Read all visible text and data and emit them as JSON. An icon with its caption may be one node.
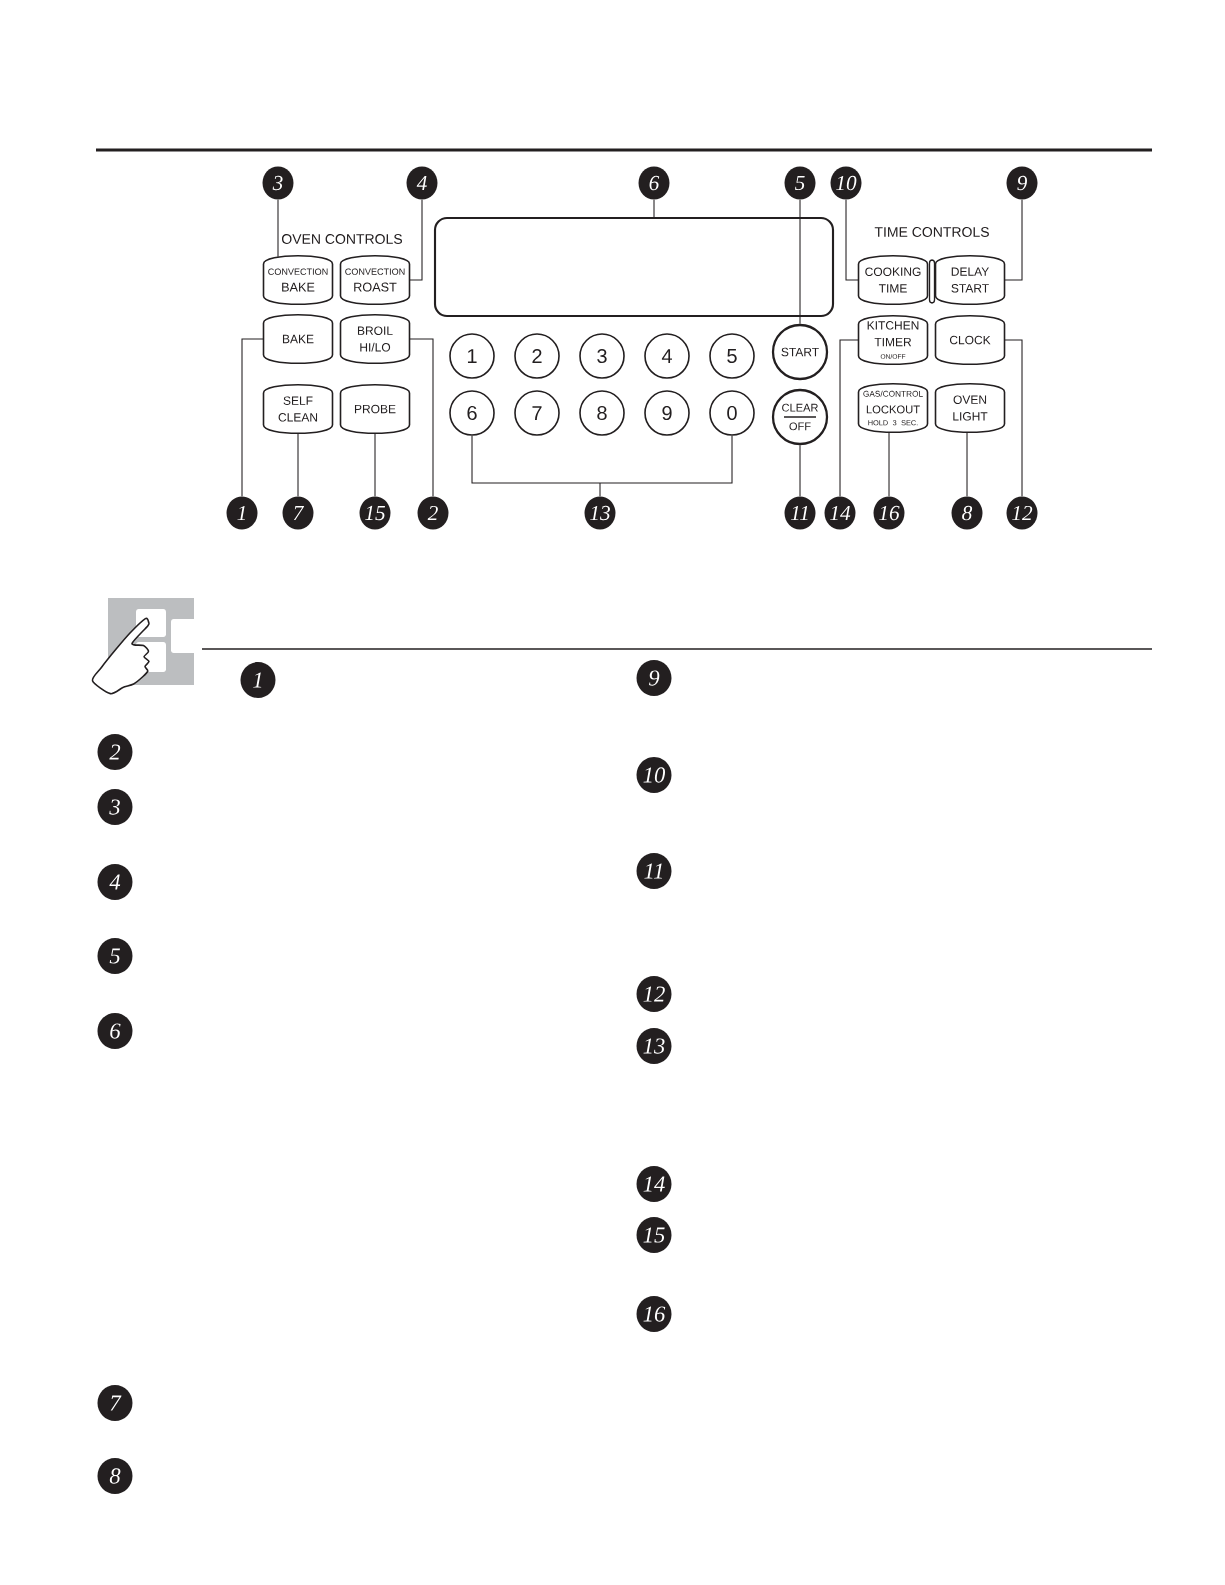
{
  "diagram": {
    "nodes": [
      {
        "text": [
          "3"
        ]
      },
      {
        "text": [
          "4"
        ]
      },
      {
        "text": [
          "6"
        ]
      },
      {
        "text": [
          "5"
        ]
      },
      {
        "text": [
          "10"
        ]
      },
      {
        "text": [
          "9"
        ]
      },
      {
        "text": [],
        "shape": "box"
      },
      {
        "text": [
          "CONVECTION",
          "BAKE"
        ]
      },
      {
        "text": [
          "CONVECTION",
          "ROAST"
        ]
      },
      {
        "text": [
          "COOKING TIME"
        ]
      },
      {
        "text": [
          "DELAY START"
        ]
      },
      {
        "text": [
          "BAKE"
        ]
      },
      {
        "text": [
          "BROIL HI/LO"
        ]
      },
      {
        "text": [
          "1"
        ]
      },
      {
        "text": [
          "2"
        ]
      },
      {
        "text": [
          "3"
        ]
      },
      {
        "text": [
          "4"
        ]
      },
      {
        "text": [
          "5"
        ]
      },
      {
        "text": [
          "START"
        ]
      },
      {
        "text": [
          "KITCHEN TIMER",
          "ON/OFF"
        ]
      },
      {
        "text": [
          "CLOCK"
        ]
      },
      {
        "text": [
          "SELF CLEAN"
        ]
      },
      {
        "text": [
          "PROBE"
        ]
      },
      {
        "text": [
          "6"
        ]
      },
      {
        "text": [
          "7"
        ]
      },
      {
        "text": [
          "8"
        ]
      },
      {
        "text": [
          "9"
        ]
      },
      {
        "text": [
          "0"
        ]
      },
      {
        "text": [
          "CLEAR",
          "OFF"
        ]
      },
      {
        "text": [
          "GAS/CONTROL",
          "LOCKOUT",
          "HOLD 3 SEC."
        ]
      },
      {
        "text": [
          "OVEN LIGHT"
        ]
      },
      {
        "text": [
          "1"
        ]
      },
      {
        "text": [
          "7"
        ]
      },
      {
        "text": [
          "15"
        ]
      },
      {
        "text": [
          "2"
        ]
      },
      {
        "text": [
          "13"
        ]
      },
      {
        "text": [
          "11"
        ]
      },
      {
        "text": [
          "14"
        ]
      },
      {
        "text": [
          "16"
        ]
      },
      {
        "text": [
          "8"
        ]
      },
      {
        "text": [
          "12"
        ]
      },
      {
        "text": [
          "1"
        ]
      },
      {
        "text": [
          "2"
        ]
      },
      {
        "text": [
          "3"
        ]
      },
      {
        "text": [
          "4"
        ]
      },
      {
        "text": [
          "5"
        ]
      },
      {
        "text": [
          "6"
        ]
      },
      {
        "text": [
          "7"
        ]
      },
      {
        "text": [
          "8"
        ]
      },
      {
        "text": [
          "9"
        ]
      },
      {
        "text": [
          "10"
        ]
      },
      {
        "text": [
          "11"
        ]
      },
      {
        "text": [
          "12"
        ]
      },
      {
        "text": [
          "13"
        ]
      },
      {
        "text": [
          "14"
        ]
      },
      {
        "text": [
          "15"
        ]
      },
      {
        "text": [
          "16"
        ]
      }
    ],
    "edges": [
      {
        "from": 0,
        "to": 7,
        "arrow": "none"
      },
      {
        "from": 1,
        "to": 8,
        "arrow": "none"
      },
      {
        "from": 2,
        "to": 6,
        "arrow": "none"
      },
      {
        "from": 3,
        "to": 18,
        "arrow": "none"
      },
      {
        "from": 4,
        "to": 9,
        "arrow": "none"
      },
      {
        "from": 5,
        "to": 10,
        "arrow": "none"
      },
      {
        "from": 31,
        "to": 11,
        "arrow": "none"
      },
      {
        "from": 32,
        "to": 21,
        "arrow": "none"
      },
      {
        "from": 33,
        "to": 22,
        "arrow": "none"
      },
      {
        "from": 34,
        "to": 12,
        "arrow": "none"
      },
      {
        "from": 35,
        "to": 23,
        "arrow": "none"
      },
      {
        "from": 35,
        "to": 27,
        "arrow": "none"
      },
      {
        "from": 36,
        "to": 28,
        "arrow": "none"
      },
      {
        "from": 37,
        "to": 19,
        "arrow": "none"
      },
      {
        "from": 38,
        "to": 29,
        "arrow": "none"
      },
      {
        "from": 39,
        "to": 30,
        "arrow": "none"
      },
      {
        "from": 40,
        "to": 20,
        "arrow": "none"
      }
    ],
    "labels": [
      "OVEN CONTROLS",
      "TIME CONTROLS"
    ]
  }
}
